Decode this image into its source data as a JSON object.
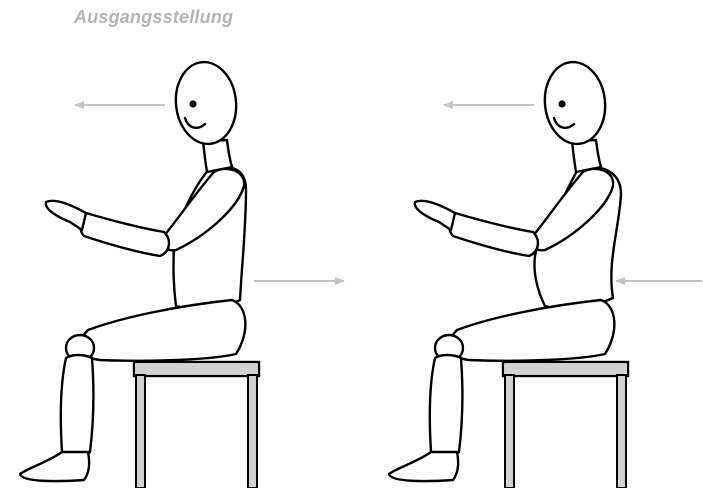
{
  "title": "Ausgangsstellung",
  "colors": {
    "title": "#b4b4b4",
    "arrow": "#c4c4c4",
    "chair_fill": "#d2d2d2",
    "outline": "#000000"
  },
  "figures": [
    {
      "name": "neutral-posture",
      "back_arrow_direction": "right"
    },
    {
      "name": "arched-posture",
      "back_arrow_direction": "left"
    }
  ]
}
